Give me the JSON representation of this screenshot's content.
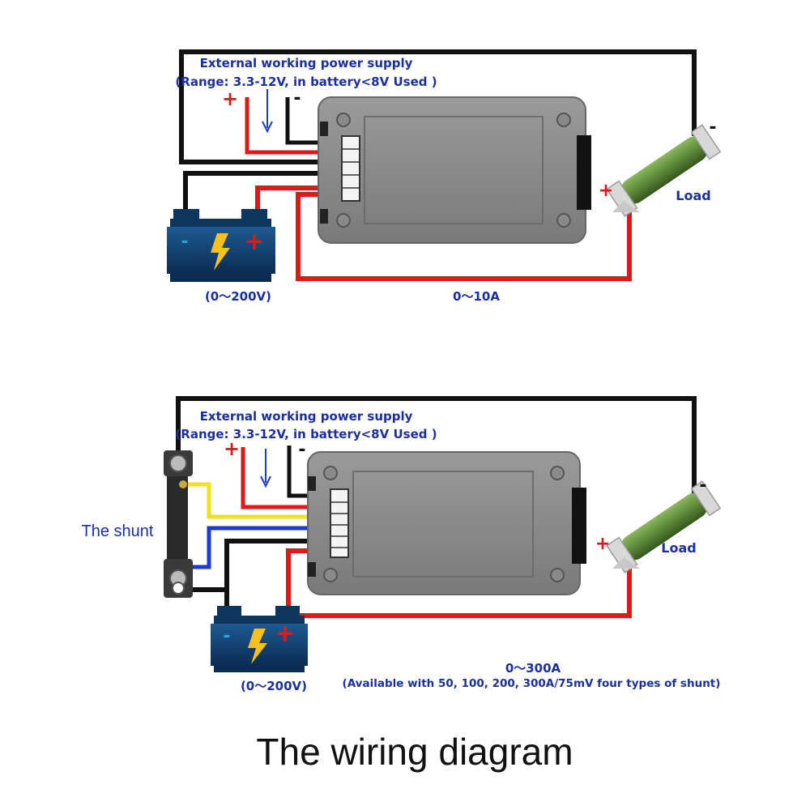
{
  "title": "The wiring diagram",
  "colors": {
    "label_blue": "#1a2fa0",
    "wire_red": "#e01818",
    "wire_black": "#111111",
    "wire_yellow": "#f0e020",
    "wire_blue": "#1a3ad0",
    "meter_gray": "#8a8a8a",
    "battery_blue": "#123e6e",
    "resistor_green": "#5e8a3a"
  },
  "diagram1": {
    "supply_title": "External working power supply",
    "supply_range": "(Range: 3.3-12V, in battery<8V Used )",
    "supply_plus": "+",
    "supply_minus": "-",
    "battery_plus": "+",
    "battery_minus": "-",
    "battery_range": "(0～200V)",
    "current_range": "0～10A",
    "load_label": "Load",
    "load_plus": "+",
    "load_minus": "-"
  },
  "diagram2": {
    "supply_title": "External working power supply",
    "supply_range": "(Range: 3.3-12V, in battery<8V Used )",
    "supply_plus": "+",
    "supply_minus": "-",
    "shunt_label": "The shunt",
    "battery_plus": "+",
    "battery_minus": "-",
    "battery_range": "(0～200V)",
    "current_range": "0～300A",
    "shunt_note": "(Available with 50, 100, 200, 300A/75mV four types of shunt)",
    "load_label": "Load",
    "load_plus": "+",
    "load_minus": "-"
  }
}
